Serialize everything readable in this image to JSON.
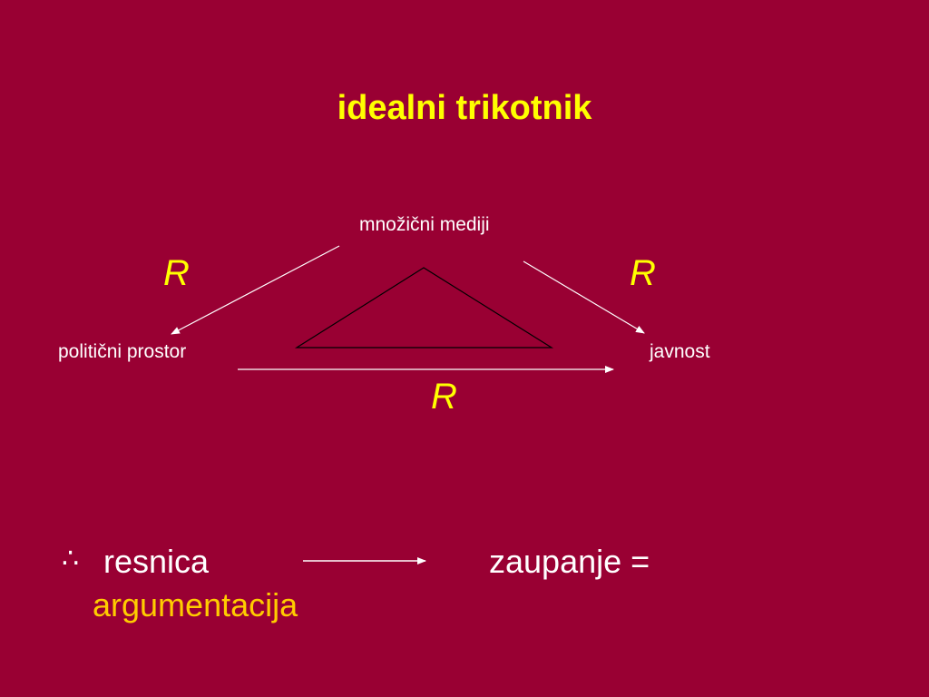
{
  "title": "idealni trikotnik",
  "nodes": {
    "top": "množični mediji",
    "left": "politični prostor",
    "right": "javnost"
  },
  "relations": {
    "left": "R",
    "right": "R",
    "bottom": "R"
  },
  "bottom_line": {
    "therefore_symbol": "∴",
    "from": "resnica",
    "to": "zaupanje =",
    "result": "argumentacija"
  },
  "colors": {
    "background": "#990033",
    "title": "#ffff00",
    "relation": "#ffff00",
    "text": "#ffffff",
    "accent": "#ffcc00"
  }
}
